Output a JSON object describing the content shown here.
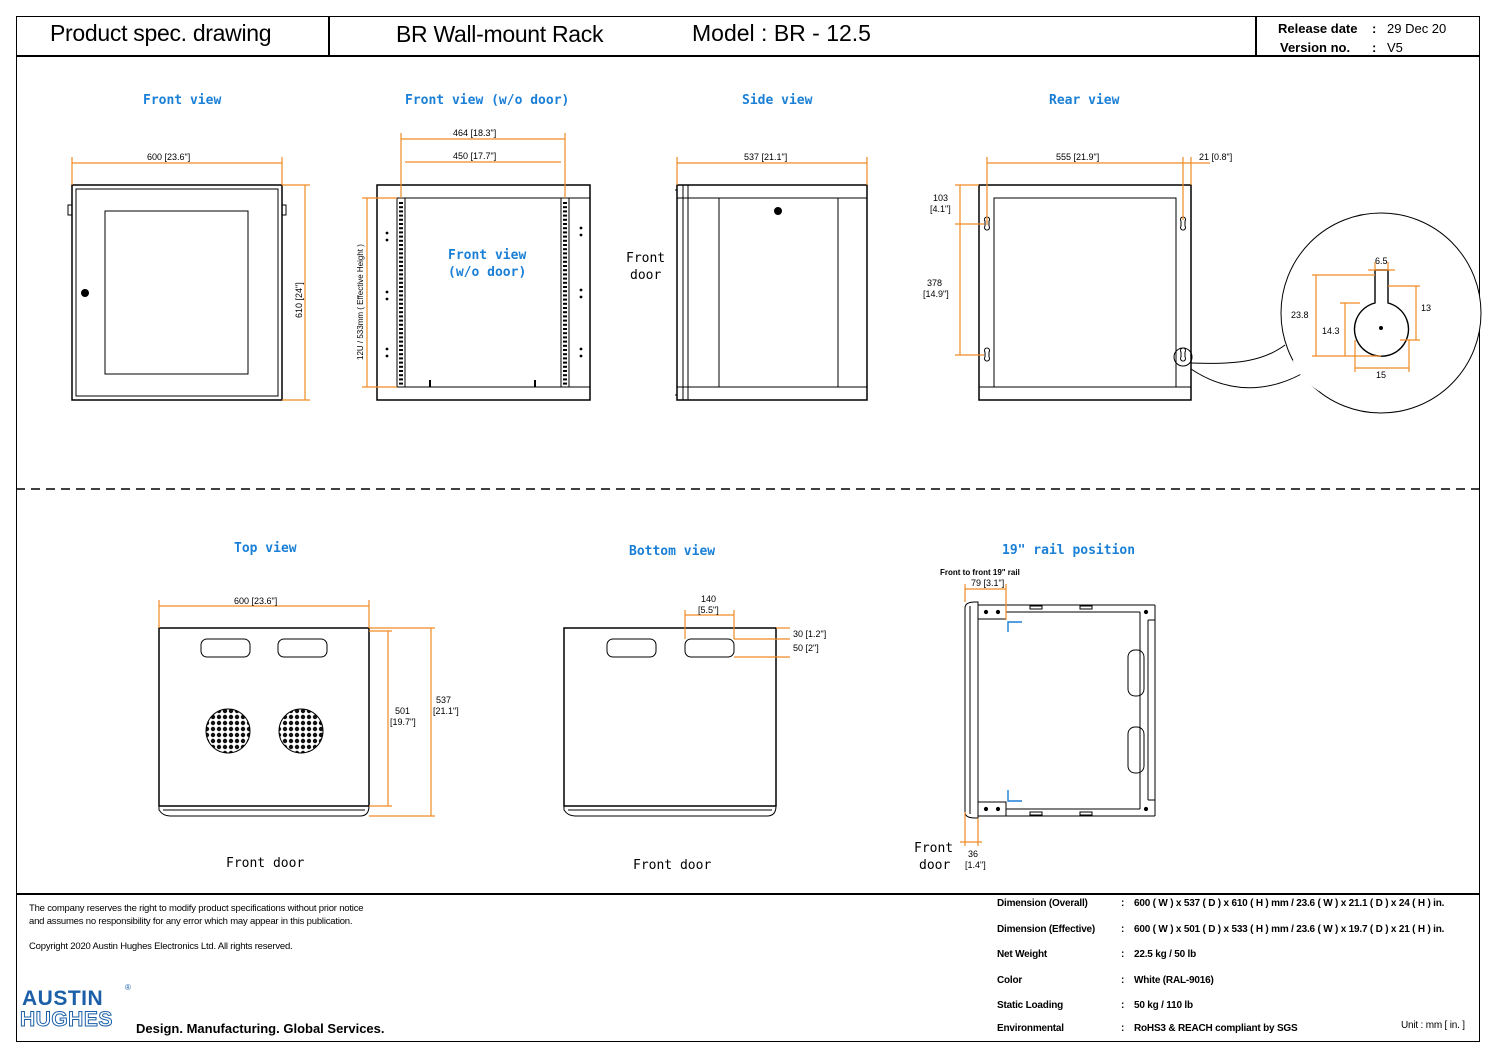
{
  "header": {
    "product_spec": "Product spec. drawing",
    "rack_name": "BR Wall-mount Rack",
    "model": "Model : BR - 12.5",
    "release_label": "Release date",
    "release_value": "29 Dec 20",
    "version_label": "Version no.",
    "version_value": "V5",
    "sep": ":"
  },
  "views": {
    "front": "Front view",
    "front_wo_door": "Front view (w/o door)",
    "side": "Side view",
    "rear": "Rear view",
    "top": "Top view",
    "bottom": "Bottom view",
    "rail": "19\" rail position"
  },
  "dims": {
    "front_w": "600 [23.6\"]",
    "front_h": "610 [24\"]",
    "fwd_464": "464 [18.3\"]",
    "fwd_450": "450 [17.7\"]",
    "fwd_eff": "12U / 533mm ( Effective Height )",
    "fwd_inner1": "Front view",
    "fwd_inner2": "(w/o door)",
    "side_w": "537 [21.1\"]",
    "rear_w": "555 [21.9\"]",
    "rear_21": "21 [0.8\"]",
    "rear_103a": "103",
    "rear_103b": "[4.1\"]",
    "rear_378a": "378",
    "rear_378b": "[14.9\"]",
    "key_65": "6.5",
    "key_238": "23.8",
    "key_13": "13",
    "key_143": "14.3",
    "key_15": "15",
    "top_w": "600 [23.6\"]",
    "top_501a": "501",
    "top_501b": "[19.7\"]",
    "top_537a": "537",
    "top_537b": "[21.1\"]",
    "bot_140a": "140",
    "bot_140b": "[5.5\"]",
    "bot_30": "30 [1.2\"]",
    "bot_50": "50 [2\"]",
    "rail_ftf": "Front to front 19\" rail",
    "rail_79": "79 [3.1\"]",
    "rail_36a": "36",
    "rail_36b": "[1.4\"]"
  },
  "labels": {
    "front_door": "Front door",
    "front_door_l1": "Front",
    "front_door_l2": "door"
  },
  "footer": {
    "notice1": "The company reserves the right to modify product specifications without prior notice",
    "notice2": "and assumes no responsibility for any error which may appear in this publication.",
    "copyright": "Copyright 2020 Austin Hughes Electronics Ltd. All rights reserved.",
    "brand1": "AUSTIN",
    "brand2": "HUGHES",
    "reg": "®",
    "tagline": "Design. Manufacturing. Global Services.",
    "unit": "Unit : mm [ in. ]",
    "specs": [
      {
        "label": "Dimension (Overall)",
        "value": "600 ( W ) x 537 ( D ) x 610 ( H ) mm / 23.6 ( W ) x 21.1 ( D ) x 24 ( H ) in."
      },
      {
        "label": "Dimension (Effective)",
        "value": "600 ( W ) x 501 ( D ) x 533 ( H ) mm / 23.6 ( W ) x 19.7 ( D ) x 21 ( H ) in."
      },
      {
        "label": "Net Weight",
        "value": "22.5 kg / 50 lb"
      },
      {
        "label": "Color",
        "value": "White (RAL-9016)"
      },
      {
        "label": "Static Loading",
        "value": "50 kg / 110 lb"
      },
      {
        "label": "Environmental",
        "value": "RoHS3 & REACH compliant by SGS"
      }
    ]
  },
  "colors": {
    "dimension": "#f08a24",
    "title": "#1a7fd6",
    "brand": "#1a5fa8"
  }
}
